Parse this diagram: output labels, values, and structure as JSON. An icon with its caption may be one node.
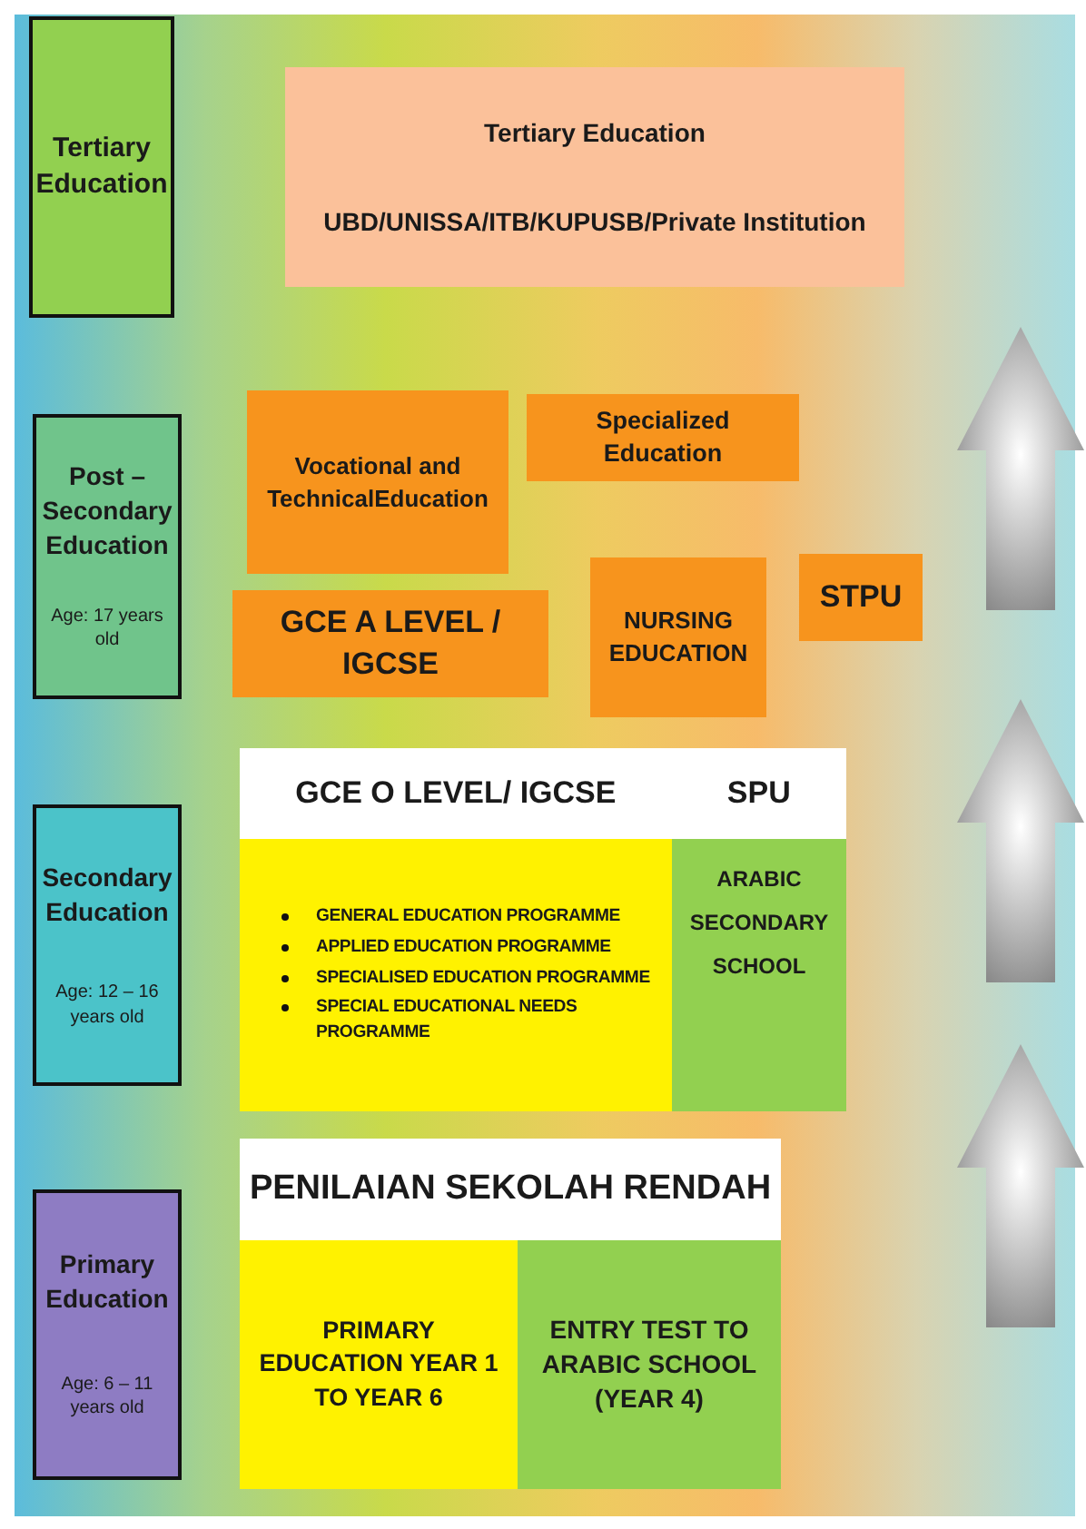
{
  "diagram": {
    "nodes": [
      {
        "text": [
          "Tertiary Education"
        ]
      },
      {
        "text": [
          "Tertiary Education",
          "UBD/UNISSA/ITB/KUPUSB/Private Institution"
        ]
      },
      {
        "text": [
          "Post – Secondary Education",
          "Age: 17 years old"
        ]
      },
      {
        "text": [
          "Vocational and TechnicalEducation"
        ]
      },
      {
        "text": [
          "Specialized Education"
        ]
      },
      {
        "text": [
          "GCE A LEVEL / IGCSE"
        ]
      },
      {
        "text": [
          "NURSING EDUCATION"
        ]
      },
      {
        "text": [
          "STPU"
        ]
      },
      {
        "text": [
          "Secondary Education",
          "Age: 12 – 16 years old"
        ]
      },
      {
        "text": [
          "GCE O LEVEL/ IGCSE",
          "SPU"
        ]
      },
      {
        "text": [
          "GENERAL EDUCATION PROGRAMME",
          "APPLIED EDUCATION PROGRAMME",
          "SPECIALISED EDUCATION PROGRAMME",
          "SPECIAL EDUCATIONAL NEEDS PROGRAMME"
        ]
      },
      {
        "text": [
          "ARABIC SECONDARY SCHOOL"
        ]
      },
      {
        "text": [
          "Primary Education",
          "Age: 6 – 11 years old"
        ]
      },
      {
        "text": [
          "PENILAIAN SEKOLAH RENDAH"
        ]
      },
      {
        "text": [
          "PRIMARY EDUCATION YEAR 1 TO YEAR 6"
        ]
      },
      {
        "text": [
          "ENTRY TEST TO ARABIC SCHOOL (YEAR 4)"
        ]
      }
    ],
    "edges": []
  }
}
